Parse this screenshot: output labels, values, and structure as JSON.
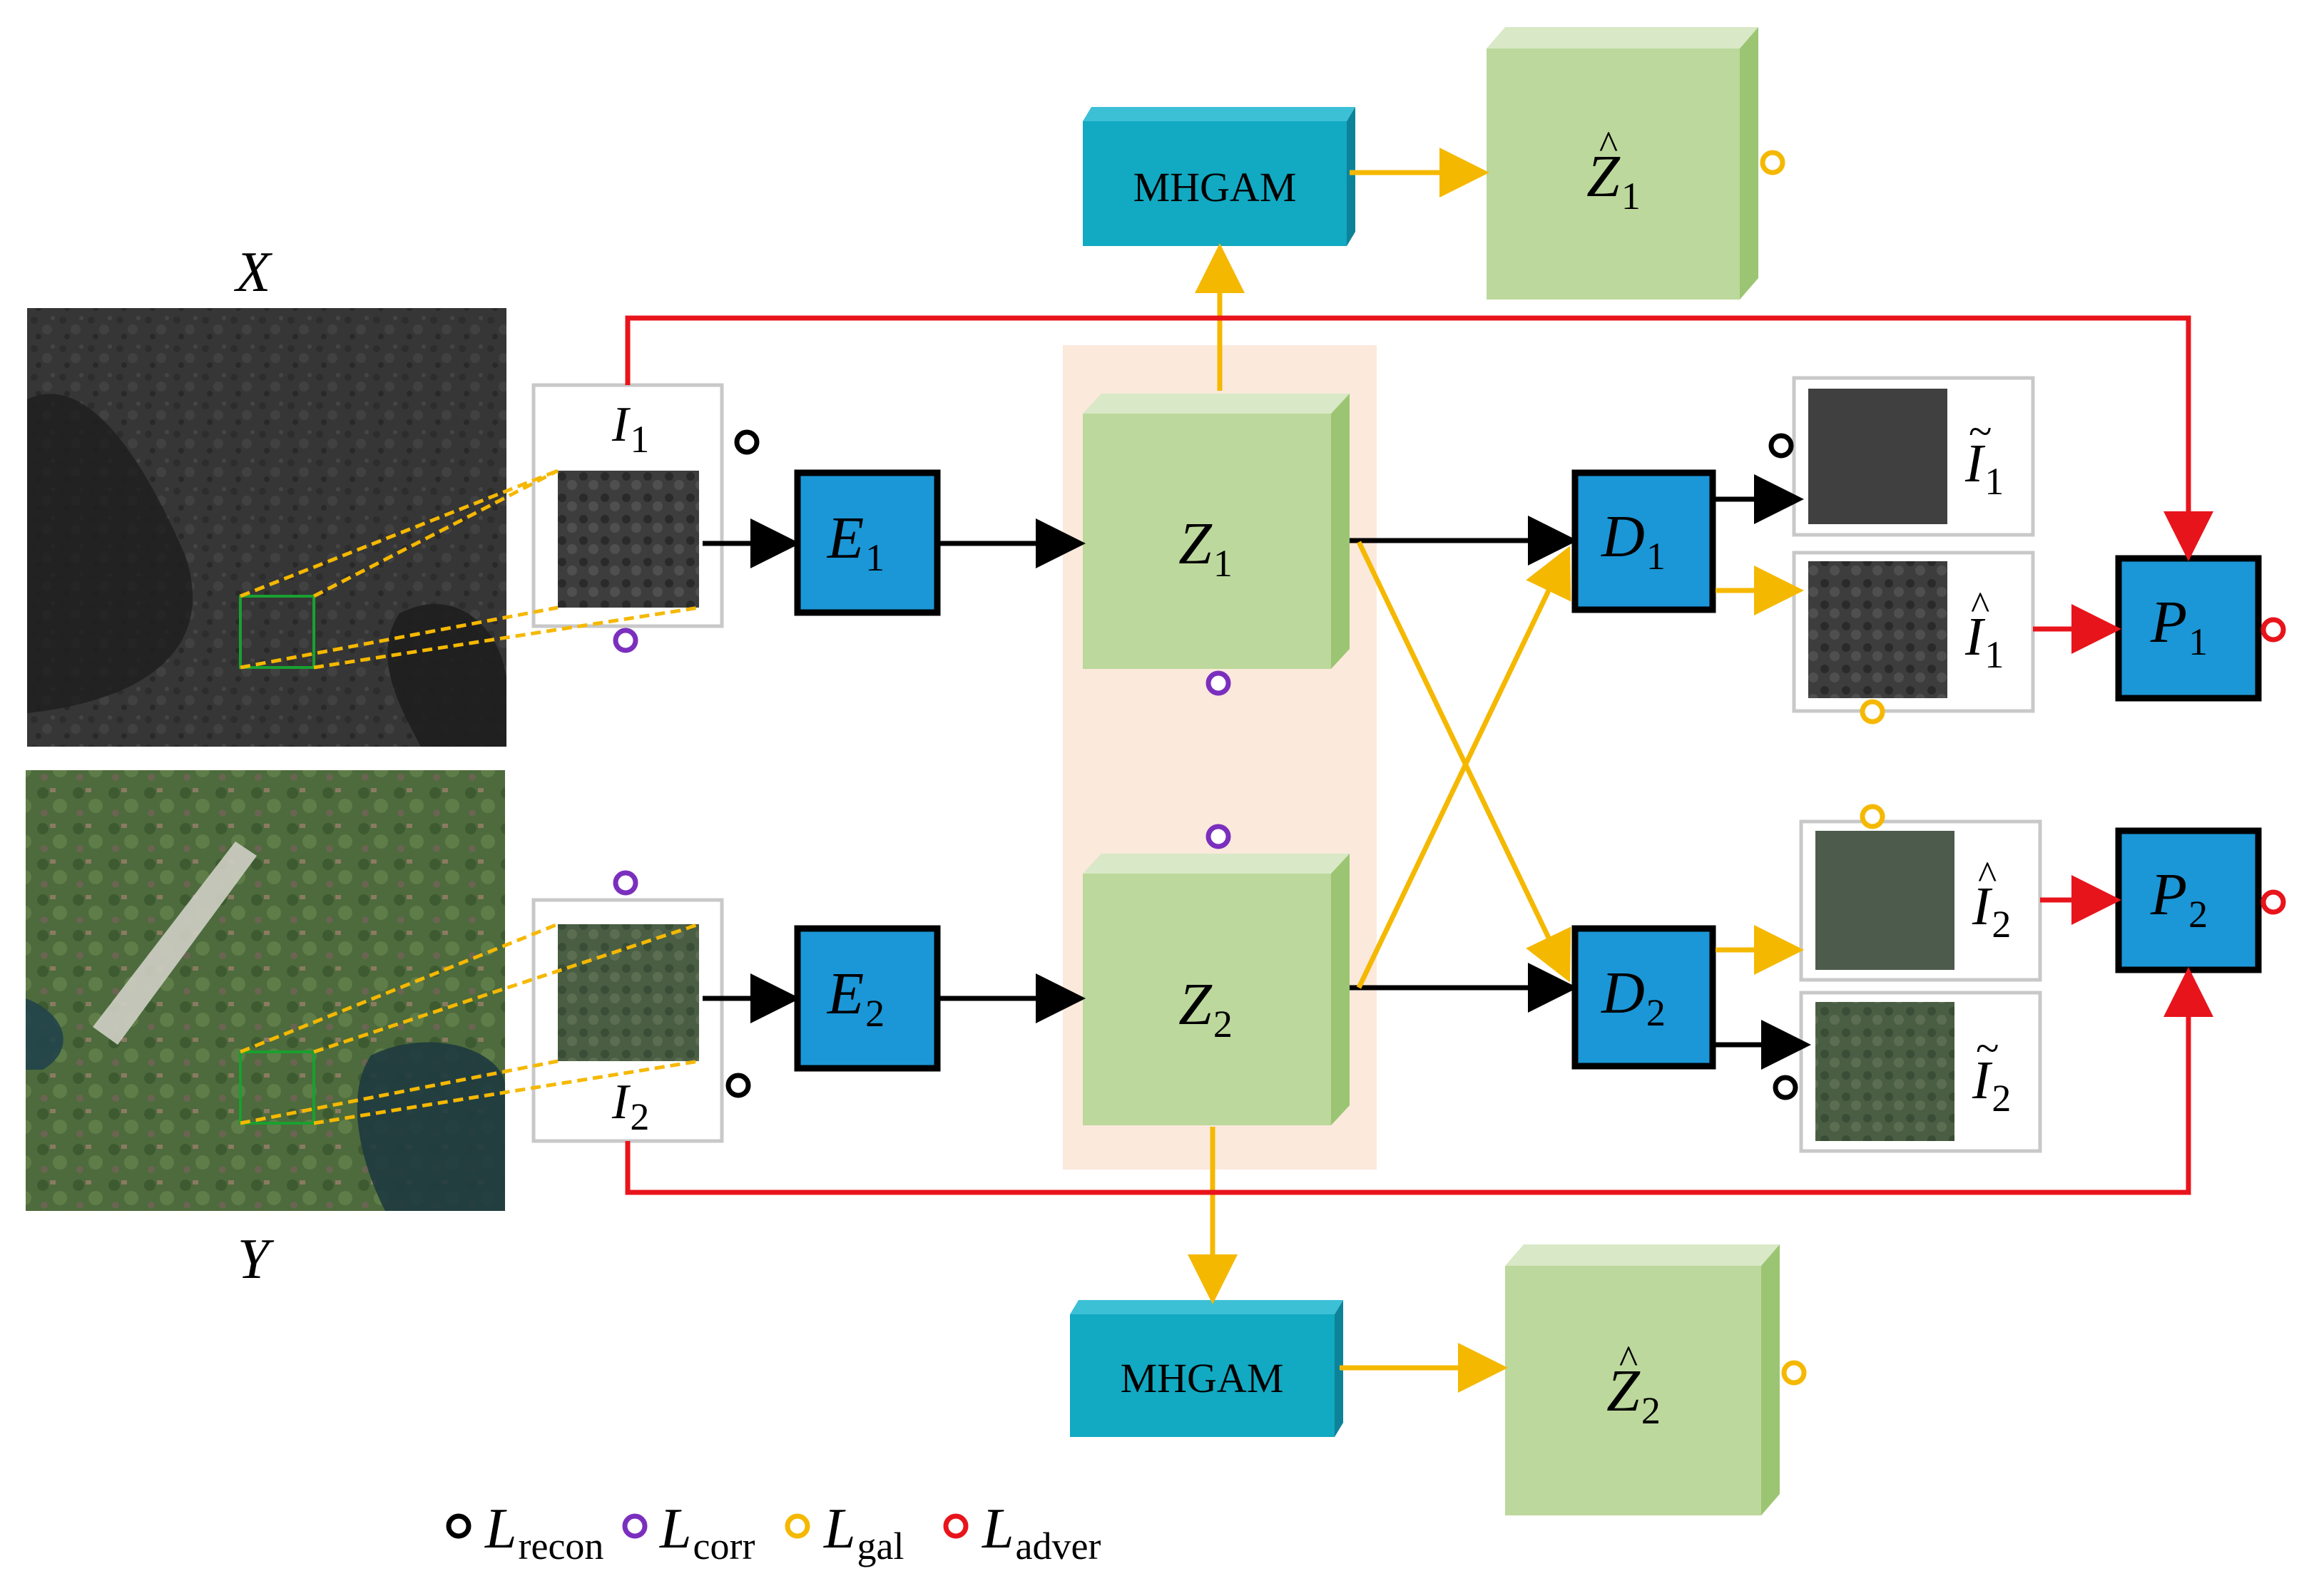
{
  "images": {
    "x_label": "X",
    "y_label": "Y"
  },
  "patches": {
    "i1": {
      "main": "I",
      "sub": "1"
    },
    "i2": {
      "main": "I",
      "sub": "2"
    }
  },
  "encoders": {
    "e1": {
      "main": "E",
      "sub": "1"
    },
    "e2": {
      "main": "E",
      "sub": "2"
    }
  },
  "latents": {
    "z1": {
      "main": "Z",
      "sub": "1"
    },
    "z2": {
      "main": "Z",
      "sub": "2"
    }
  },
  "decoders": {
    "d1": {
      "main": "D",
      "sub": "1"
    },
    "d2": {
      "main": "D",
      "sub": "2"
    }
  },
  "discriminators": {
    "p1": {
      "main": "P",
      "sub": "1"
    },
    "p2": {
      "main": "P",
      "sub": "2"
    }
  },
  "mhgam": {
    "top": "MHGAM",
    "bottom": "MHGAM"
  },
  "zhat": {
    "top": {
      "main": "Z",
      "sub": "1",
      "accent": "^"
    },
    "bottom": {
      "main": "Z",
      "sub": "2",
      "accent": "^"
    }
  },
  "outputs": {
    "i1_tilde": {
      "main": "I",
      "sub": "1",
      "accent": "~"
    },
    "i1_hat": {
      "main": "I",
      "sub": "1",
      "accent": "^"
    },
    "i2_hat": {
      "main": "I",
      "sub": "2",
      "accent": "^"
    },
    "i2_tilde": {
      "main": "I",
      "sub": "2",
      "accent": "~"
    }
  },
  "legend": [
    {
      "main": "L",
      "sub": "recon",
      "color": "#000000"
    },
    {
      "main": "L",
      "sub": "corr",
      "color": "#7b2fbe"
    },
    {
      "main": "L",
      "sub": "gal",
      "color": "#f5b800"
    },
    {
      "main": "L",
      "sub": "adver",
      "color": "#e8141b"
    }
  ],
  "colors": {
    "encoder_blue": "#1b96d6",
    "mhgam_teal": "#12a9c2",
    "latent_green": "#bcd89c",
    "latent_pale": "#fbe9dc",
    "arrow_black": "#000000",
    "arrow_yellow": "#f5b800",
    "arrow_red": "#e8141b",
    "loss_purple": "#7b2fbe"
  }
}
